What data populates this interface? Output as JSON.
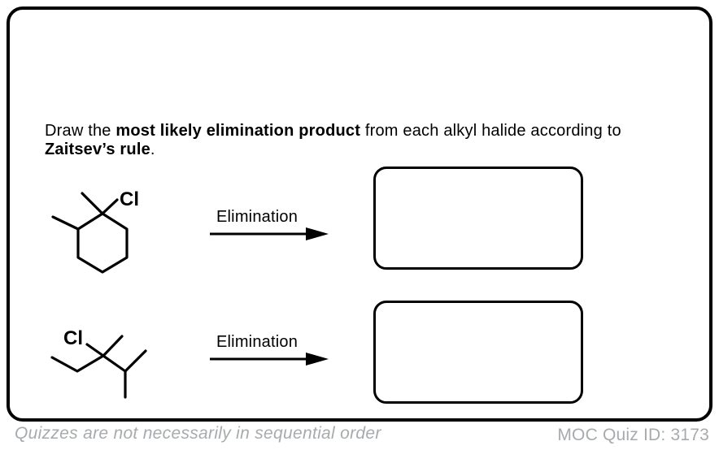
{
  "page": {
    "background_color": "#ffffff",
    "ink_color": "#000000",
    "footer_text_color": "#a8abad"
  },
  "instruction": {
    "line1_normal1": "Draw the ",
    "line1_bold": "most likely elimination product",
    "line1_normal2": " from each alkyl halide according to",
    "line2_bold": "Zaitsev’s rule",
    "line2_normal": "."
  },
  "problems": [
    {
      "halogen_label": "Cl",
      "reagent_label": "Elimination"
    },
    {
      "halogen_label": "Cl",
      "reagent_label": "Elimination"
    }
  ],
  "footer": {
    "left_note": "Quizzes are not necessarily in sequential order",
    "right_id": "MOC Quiz ID: 3173"
  }
}
